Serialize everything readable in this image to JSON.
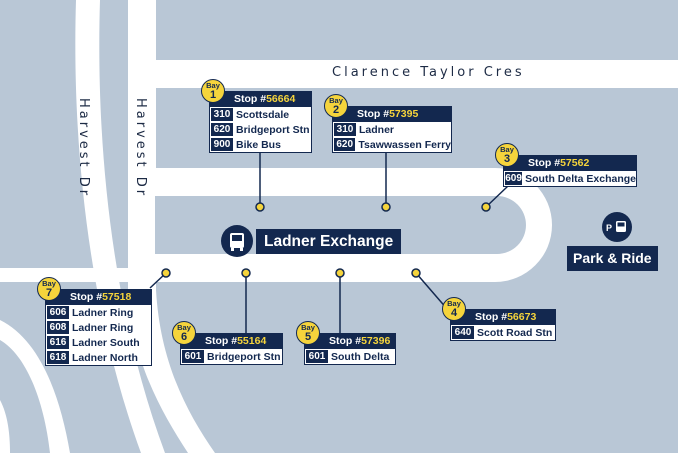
{
  "streets": {
    "clarence": "Clarence Taylor Cres",
    "harvest_left": "Harvest Dr",
    "harvest_right": "Harvest Dr"
  },
  "exchange": {
    "label": "Ladner Exchange",
    "icon": "bus-icon"
  },
  "park_ride": {
    "label": "Park & Ride",
    "icon": "park-and-ride-bus-icon"
  },
  "bay_word": "Bay",
  "stop_prefix": "Stop #",
  "stops": [
    {
      "bay": "1",
      "stop": "56664",
      "routes": [
        {
          "num": "310",
          "name": "Scottsdale"
        },
        {
          "num": "620",
          "name": "Bridgeport Stn"
        },
        {
          "num": "900",
          "name": "Bike Bus"
        }
      ]
    },
    {
      "bay": "2",
      "stop": "57395",
      "routes": [
        {
          "num": "310",
          "name": "Ladner"
        },
        {
          "num": "620",
          "name": "Tsawwassen Ferry"
        }
      ]
    },
    {
      "bay": "3",
      "stop": "57562",
      "routes": [
        {
          "num": "609",
          "name": "South Delta Exchange"
        }
      ]
    },
    {
      "bay": "4",
      "stop": "56673",
      "routes": [
        {
          "num": "640",
          "name": "Scott Road Stn"
        }
      ]
    },
    {
      "bay": "5",
      "stop": "57396",
      "routes": [
        {
          "num": "601",
          "name": "South Delta"
        }
      ]
    },
    {
      "bay": "6",
      "stop": "55164",
      "routes": [
        {
          "num": "601",
          "name": "Bridgeport Stn"
        }
      ]
    },
    {
      "bay": "7",
      "stop": "57518",
      "routes": [
        {
          "num": "606",
          "name": "Ladner Ring"
        },
        {
          "num": "608",
          "name": "Ladner Ring"
        },
        {
          "num": "616",
          "name": "Ladner South"
        },
        {
          "num": "618",
          "name": "Ladner North"
        }
      ]
    }
  ],
  "colors": {
    "navy": "#13284f",
    "yellow": "#f5d43c",
    "background": "#b9c7d6",
    "road": "#ffffff"
  }
}
